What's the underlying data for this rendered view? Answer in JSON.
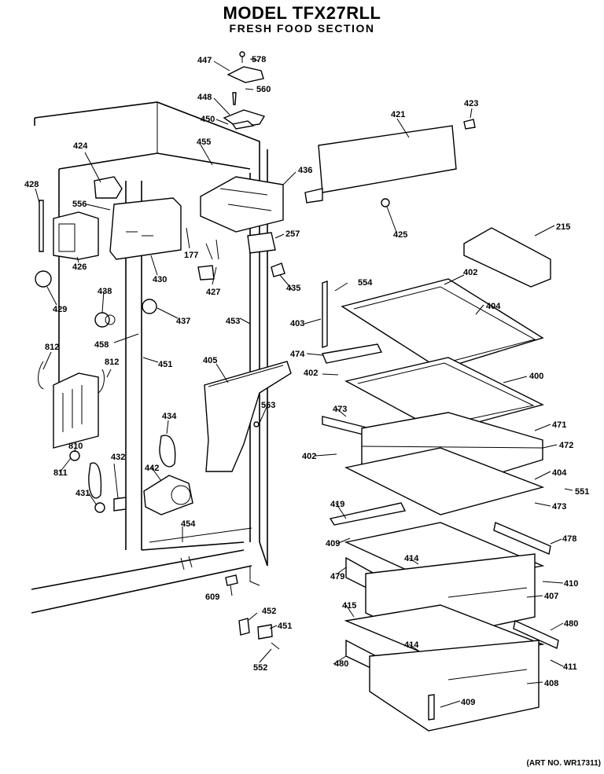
{
  "header": {
    "model": "MODEL TFX27RLL",
    "section": "FRESH FOOD SECTION"
  },
  "footer": {
    "art_no": "(ART NO. WR17311)"
  },
  "part_labels": {
    "p447": "447",
    "p578": "578",
    "p448": "448",
    "p560": "560",
    "p450": "450",
    "p455": "455",
    "p424": "424",
    "p428": "428",
    "p556": "556",
    "p426": "426",
    "p430": "430",
    "p177": "177",
    "p436": "436",
    "p427": "427",
    "p257": "257",
    "p435": "435",
    "p429": "429",
    "p438": "438",
    "p437": "437",
    "p453": "453",
    "p458": "458",
    "p812a": "812",
    "p812b": "812",
    "p451": "451",
    "p405": "405",
    "p810": "810",
    "p811": "811",
    "p432": "432",
    "p434": "434",
    "p563": "563",
    "p442": "442",
    "p431": "431",
    "p454": "454",
    "p609": "609",
    "p452": "452",
    "p451b": "451",
    "p552": "552",
    "p421": "421",
    "p423": "423",
    "p425": "425",
    "p215": "215",
    "p402a": "402",
    "p554": "554",
    "p404a": "404",
    "p403": "403",
    "p474": "474",
    "p402b": "402",
    "p400": "400",
    "p473a": "473",
    "p471": "471",
    "p472": "472",
    "p402c": "402",
    "p404b": "404",
    "p551": "551",
    "p473b": "473",
    "p419": "419",
    "p478": "478",
    "p409a": "409",
    "p414a": "414",
    "p479": "479",
    "p410": "410",
    "p407": "407",
    "p415": "415",
    "p480a": "480",
    "p414b": "414",
    "p411": "411",
    "p480b": "480",
    "p408": "408",
    "p409b": "409"
  }
}
